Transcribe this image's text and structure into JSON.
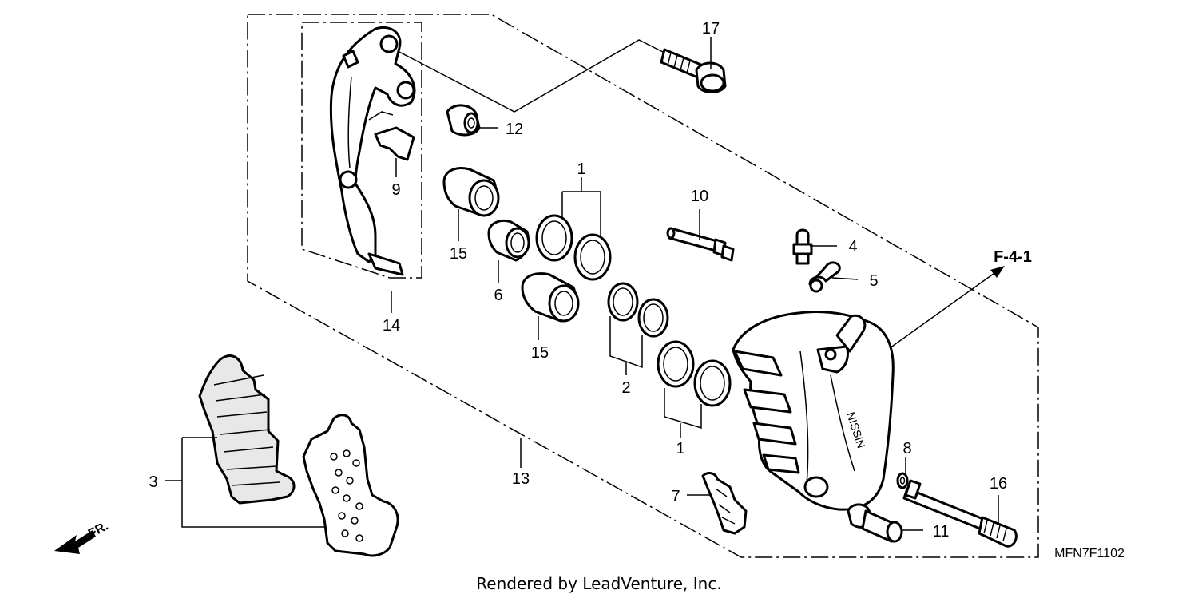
{
  "diagram": {
    "callouts": {
      "c1a": "1",
      "c1b": "1",
      "c2": "2",
      "c3": "3",
      "c4": "4",
      "c5": "5",
      "c6": "6",
      "c7": "7",
      "c8": "8",
      "c9": "9",
      "c10": "10",
      "c11": "11",
      "c12": "12",
      "c13": "13",
      "c14": "14",
      "c15a": "15",
      "c15b": "15",
      "c16": "16",
      "c17": "17"
    },
    "reference": "F-4-1",
    "diagram_code": "MFN7F1102",
    "caliper_brand": "NISSIN",
    "direction_label": "FR."
  },
  "footer": {
    "credit": "Rendered by LeadVenture, Inc."
  }
}
